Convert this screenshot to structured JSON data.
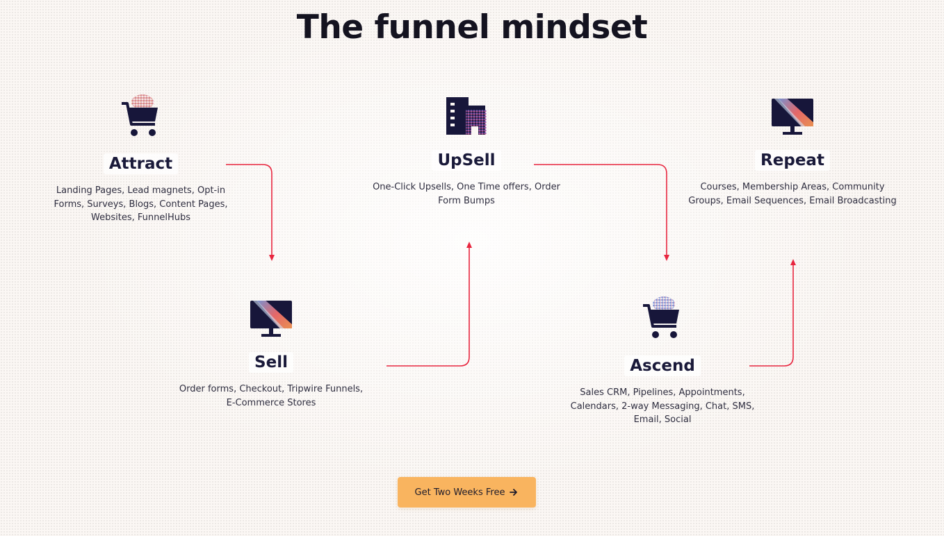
{
  "section": {
    "title": "The funnel mindset"
  },
  "nodes": {
    "attract": {
      "label": "Attract",
      "description": "Landing Pages, Lead magnets, Opt-in Forms, Surveys, Blogs, Content Pages, Websites, FunnelHubs",
      "icon": "shopping-cart-icon"
    },
    "upsell": {
      "label": "UpSell",
      "description": "One-Click Upsells, One Time offers, Order Form Bumps",
      "icon": "building-icon"
    },
    "repeat": {
      "label": "Repeat",
      "description": "Courses, Membership Areas, Community Groups, Email Sequences, Email Broadcasting",
      "icon": "monitor-icon"
    },
    "sell": {
      "label": "Sell",
      "description": "Order forms, Checkout, Tripwire Funnels, E-Commerce Stores",
      "icon": "monitor-icon"
    },
    "ascend": {
      "label": "Ascend",
      "description": "Sales CRM, Pipelines, Appointments, Calendars, 2-way Messaging, Chat, SMS, Email, Social",
      "icon": "shopping-cart-icon"
    }
  },
  "cta": {
    "label": "Get Two Weeks Free",
    "icon": "arrow-right-icon"
  },
  "colors": {
    "accent_arrow": "#e8263f",
    "icon_navy": "#17163a",
    "cta_bg": "#f9b45f",
    "background": "#fbf7f4"
  }
}
